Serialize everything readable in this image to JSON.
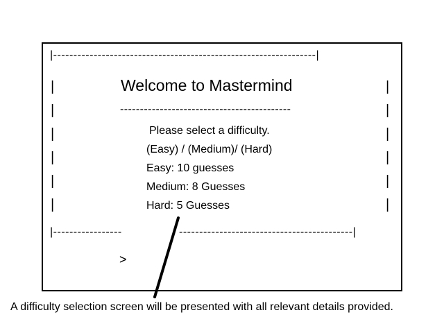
{
  "frame": {
    "top_border": "|-----------------------------------------------------------------|",
    "bottom_border_left": "|-----------------",
    "bottom_border_right": "-------------------------------------------|",
    "pipe": "|"
  },
  "welcome": {
    "title": "Welcome to Mastermind",
    "underline": "-------------------------------------------"
  },
  "menu": {
    "prompt": "Please select a difficulty.",
    "options": "(Easy) / (Medium)/ (Hard)",
    "easy": "Easy: 10 guesses",
    "medium": "Medium: 8 Guesses",
    "hard": "Hard: 5 Guesses"
  },
  "input": {
    "cursor": ">"
  },
  "annotation": {
    "caption": "A difficulty selection screen will be presented with all relevant details provided."
  }
}
